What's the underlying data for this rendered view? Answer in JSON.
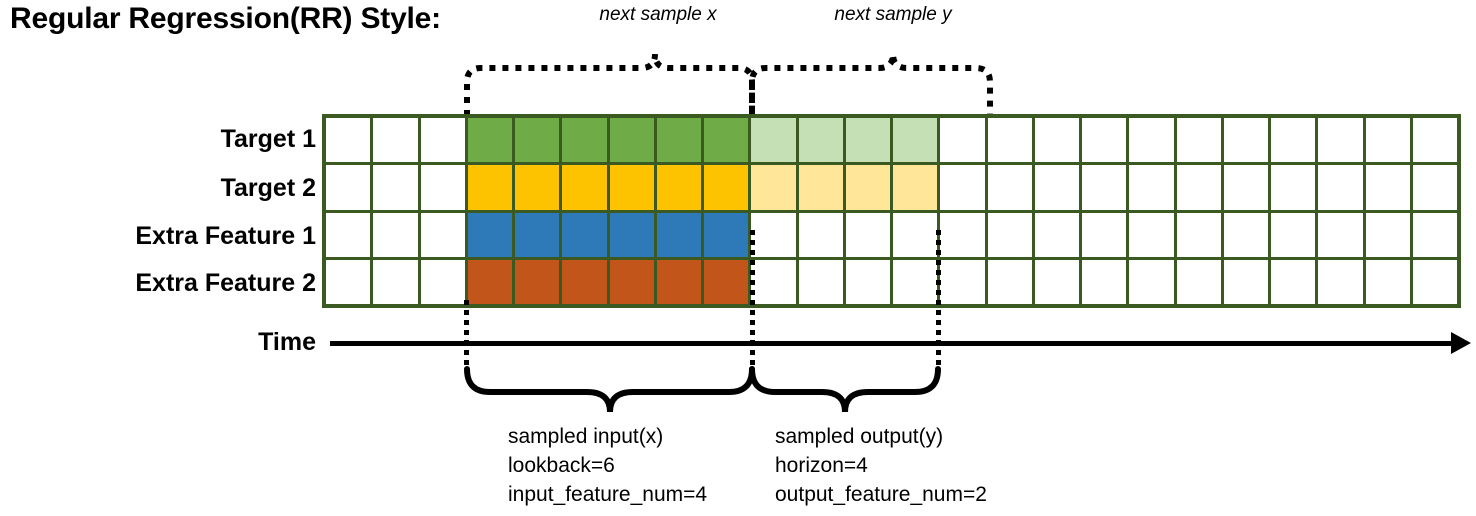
{
  "title": "Regular Regression(RR) Style:",
  "top_annotations": [
    {
      "name": "next-sample-x",
      "text": "next sample x"
    },
    {
      "name": "next-sample-y",
      "text": "next sample y"
    }
  ],
  "row_labels": [
    "Target 1",
    "Target 2",
    "Extra Feature 1",
    "Extra Feature 2"
  ],
  "axis": {
    "label": "Time",
    "arrow": "right-arrow-icon"
  },
  "grid": {
    "columns": 24,
    "rows": 4,
    "leading_blank_columns": 3,
    "input_columns": 6,
    "output_columns": 4,
    "border_color": "#3b5a22",
    "row_fills": [
      {
        "row": "Target 1",
        "input_color": "#6fab46",
        "output_color": "#c5e0b4",
        "pattern": [
          "w",
          "w",
          "w",
          "a",
          "a",
          "a",
          "a",
          "a",
          "a",
          "b",
          "b",
          "b",
          "b",
          "w",
          "w",
          "w",
          "w",
          "w",
          "w",
          "w",
          "w",
          "w",
          "w",
          "w"
        ]
      },
      {
        "row": "Target 2",
        "input_color": "#fdc300",
        "output_color": "#ffe699",
        "pattern": [
          "w",
          "w",
          "w",
          "a",
          "a",
          "a",
          "a",
          "a",
          "a",
          "b",
          "b",
          "b",
          "b",
          "w",
          "w",
          "w",
          "w",
          "w",
          "w",
          "w",
          "w",
          "w",
          "w",
          "w"
        ]
      },
      {
        "row": "Extra Feature 1",
        "input_color": "#2e79b8",
        "output_color": null,
        "pattern": [
          "w",
          "w",
          "w",
          "a",
          "a",
          "a",
          "a",
          "a",
          "a",
          "w",
          "w",
          "w",
          "w",
          "w",
          "w",
          "w",
          "w",
          "w",
          "w",
          "w",
          "w",
          "w",
          "w",
          "w"
        ]
      },
      {
        "row": "Extra Feature 2",
        "input_color": "#c2551a",
        "output_color": null,
        "pattern": [
          "w",
          "w",
          "w",
          "a",
          "a",
          "a",
          "a",
          "a",
          "a",
          "w",
          "w",
          "w",
          "w",
          "w",
          "w",
          "w",
          "w",
          "w",
          "w",
          "w",
          "w",
          "w",
          "w",
          "w"
        ]
      }
    ]
  },
  "captions": {
    "input": {
      "line1": "sampled input(x)",
      "line2": "lookback=6",
      "line3": "input_feature_num=4"
    },
    "output": {
      "line1": "sampled output(y)",
      "line2": "horizon=4",
      "line3": "output_feature_num=2"
    }
  },
  "colors": {
    "grid_border": "#3b5a22",
    "target1": "#6fab46",
    "target1_light": "#c5e0b4",
    "target2": "#fdc300",
    "target2_light": "#ffe699",
    "extra1": "#2e79b8",
    "extra2": "#c2551a",
    "ink": "#000000",
    "background": "#ffffff"
  }
}
